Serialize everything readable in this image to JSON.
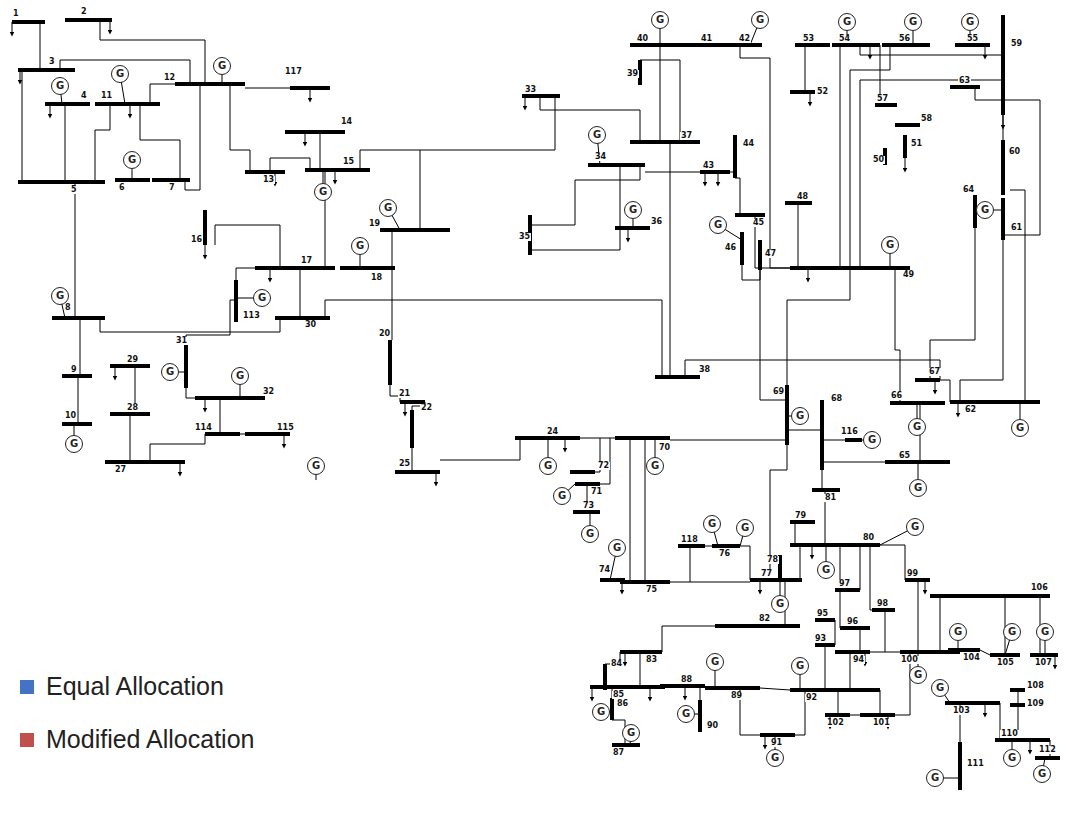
{
  "diagram": {
    "nodes": [
      {
        "text": [
          "G"
        ]
      },
      {
        "text": [
          "G"
        ]
      },
      {
        "text": [
          "G"
        ]
      },
      {
        "text": [
          "G"
        ]
      },
      {
        "text": [
          "G"
        ]
      },
      {
        "text": [
          "G"
        ]
      },
      {
        "text": [
          "G"
        ]
      },
      {
        "text": [
          "G"
        ]
      },
      {
        "text": [
          "G"
        ]
      },
      {
        "text": [
          "G"
        ]
      },
      {
        "text": [
          "G"
        ]
      },
      {
        "text": [
          "G"
        ]
      },
      {
        "text": [
          "G"
        ]
      },
      {
        "text": [
          "G"
        ]
      },
      {
        "text": [
          "G"
        ]
      },
      {
        "text": [
          "G"
        ]
      },
      {
        "text": [
          "G"
        ]
      },
      {
        "text": [
          "G"
        ]
      },
      {
        "text": [
          "G"
        ]
      },
      {
        "text": [
          "G"
        ]
      },
      {
        "text": [
          "G"
        ]
      },
      {
        "text": [
          "G"
        ]
      },
      {
        "text": [
          "G"
        ]
      },
      {
        "text": [
          "G"
        ]
      },
      {
        "text": [
          "G"
        ]
      },
      {
        "text": [
          "G"
        ]
      },
      {
        "text": [
          "G"
        ]
      },
      {
        "text": [
          "G"
        ]
      },
      {
        "text": [
          "G"
        ]
      },
      {
        "text": [
          "G"
        ]
      },
      {
        "text": [
          "G"
        ]
      },
      {
        "text": [
          "G"
        ]
      },
      {
        "text": [
          "G"
        ]
      },
      {
        "text": [
          "G"
        ]
      },
      {
        "text": [
          "G"
        ]
      },
      {
        "text": [
          "G"
        ]
      },
      {
        "text": [
          "G"
        ]
      },
      {
        "text": [
          "G"
        ]
      },
      {
        "text": [
          "G"
        ]
      },
      {
        "text": [
          "G"
        ]
      },
      {
        "text": [
          "G"
        ]
      },
      {
        "text": [
          "G"
        ]
      },
      {
        "text": [
          "G"
        ]
      },
      {
        "text": [
          "G"
        ]
      },
      {
        "text": [
          "G"
        ]
      },
      {
        "text": [
          "G"
        ]
      },
      {
        "text": [
          "G"
        ]
      },
      {
        "text": [
          "G"
        ]
      },
      {
        "text": [
          "G"
        ]
      },
      {
        "text": [
          "G"
        ]
      },
      {
        "text": [
          "G"
        ]
      },
      {
        "text": [
          "G"
        ]
      }
    ],
    "labels": [
      "1",
      "2",
      "3",
      "4",
      "5",
      "6",
      "7",
      "8",
      "9",
      "10",
      "11",
      "12",
      "13",
      "14",
      "15",
      "16",
      "17",
      "18",
      "19",
      "20",
      "21",
      "22",
      "24",
      "25",
      "27",
      "28",
      "29",
      "30",
      "31",
      "32",
      "33",
      "34",
      "35",
      "36",
      "37",
      "38",
      "39",
      "40",
      "41",
      "42",
      "43",
      "44",
      "45",
      "46",
      "47",
      "48",
      "49",
      "50",
      "51",
      "52",
      "53",
      "54",
      "55",
      "56",
      "57",
      "58",
      "59",
      "60",
      "61",
      "62",
      "63",
      "64",
      "65",
      "66",
      "67",
      "68",
      "69",
      "70",
      "71",
      "72",
      "73",
      "74",
      "75",
      "76",
      "77",
      "78",
      "79",
      "80",
      "81",
      "82",
      "83",
      "84",
      "85",
      "86",
      "87",
      "88",
      "89",
      "90",
      "91",
      "92",
      "93",
      "94",
      "95",
      "96",
      "97",
      "98",
      "99",
      "100",
      "101",
      "102",
      "103",
      "104",
      "105",
      "106",
      "107",
      "108",
      "109",
      "110",
      "111",
      "112",
      "113",
      "114",
      "115",
      "116",
      "117",
      "118"
    ],
    "legend": [
      {
        "text": "Equal Allocation",
        "color": "#4472C4"
      },
      {
        "text": "Modified Allocation",
        "color": "#C0504D"
      }
    ]
  }
}
